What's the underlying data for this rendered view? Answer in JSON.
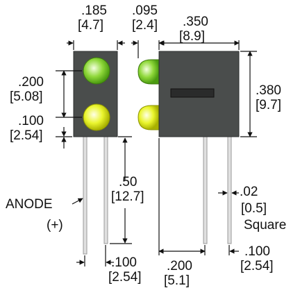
{
  "colors": {
    "housing": "#4a4d4c",
    "green_led": "#7fd02a",
    "yellow_led": "#e8f22a",
    "lead": "#d8d8d8",
    "dimension_line": "#111111"
  },
  "dimensions": {
    "width_in": ".185",
    "width_mm": "[4.7]",
    "lens_in": ".095",
    "lens_mm": "[2.4]",
    "depth_in": ".350",
    "depth_mm": "[8.9]",
    "spacing_in": ".200",
    "spacing_mm": "[5.08]",
    "base_in": ".100",
    "base_mm": "[2.54]",
    "height_in": ".380",
    "height_mm": "[9.7]",
    "lead_length_in": ".50",
    "lead_length_mm": "[12.7]",
    "lead_size_in": ".02",
    "lead_size_mm": "[0.5]",
    "lead_shape": "Square",
    "anode_label": "ANODE",
    "anode_sign": "(+)",
    "pitch_front_in": ".100",
    "pitch_front_mm": "[2.54]",
    "pitch_side_in": ".200",
    "pitch_side_mm": "[5.1]",
    "pitch_side2_in": ".100",
    "pitch_side2_mm": "[2.54]"
  }
}
